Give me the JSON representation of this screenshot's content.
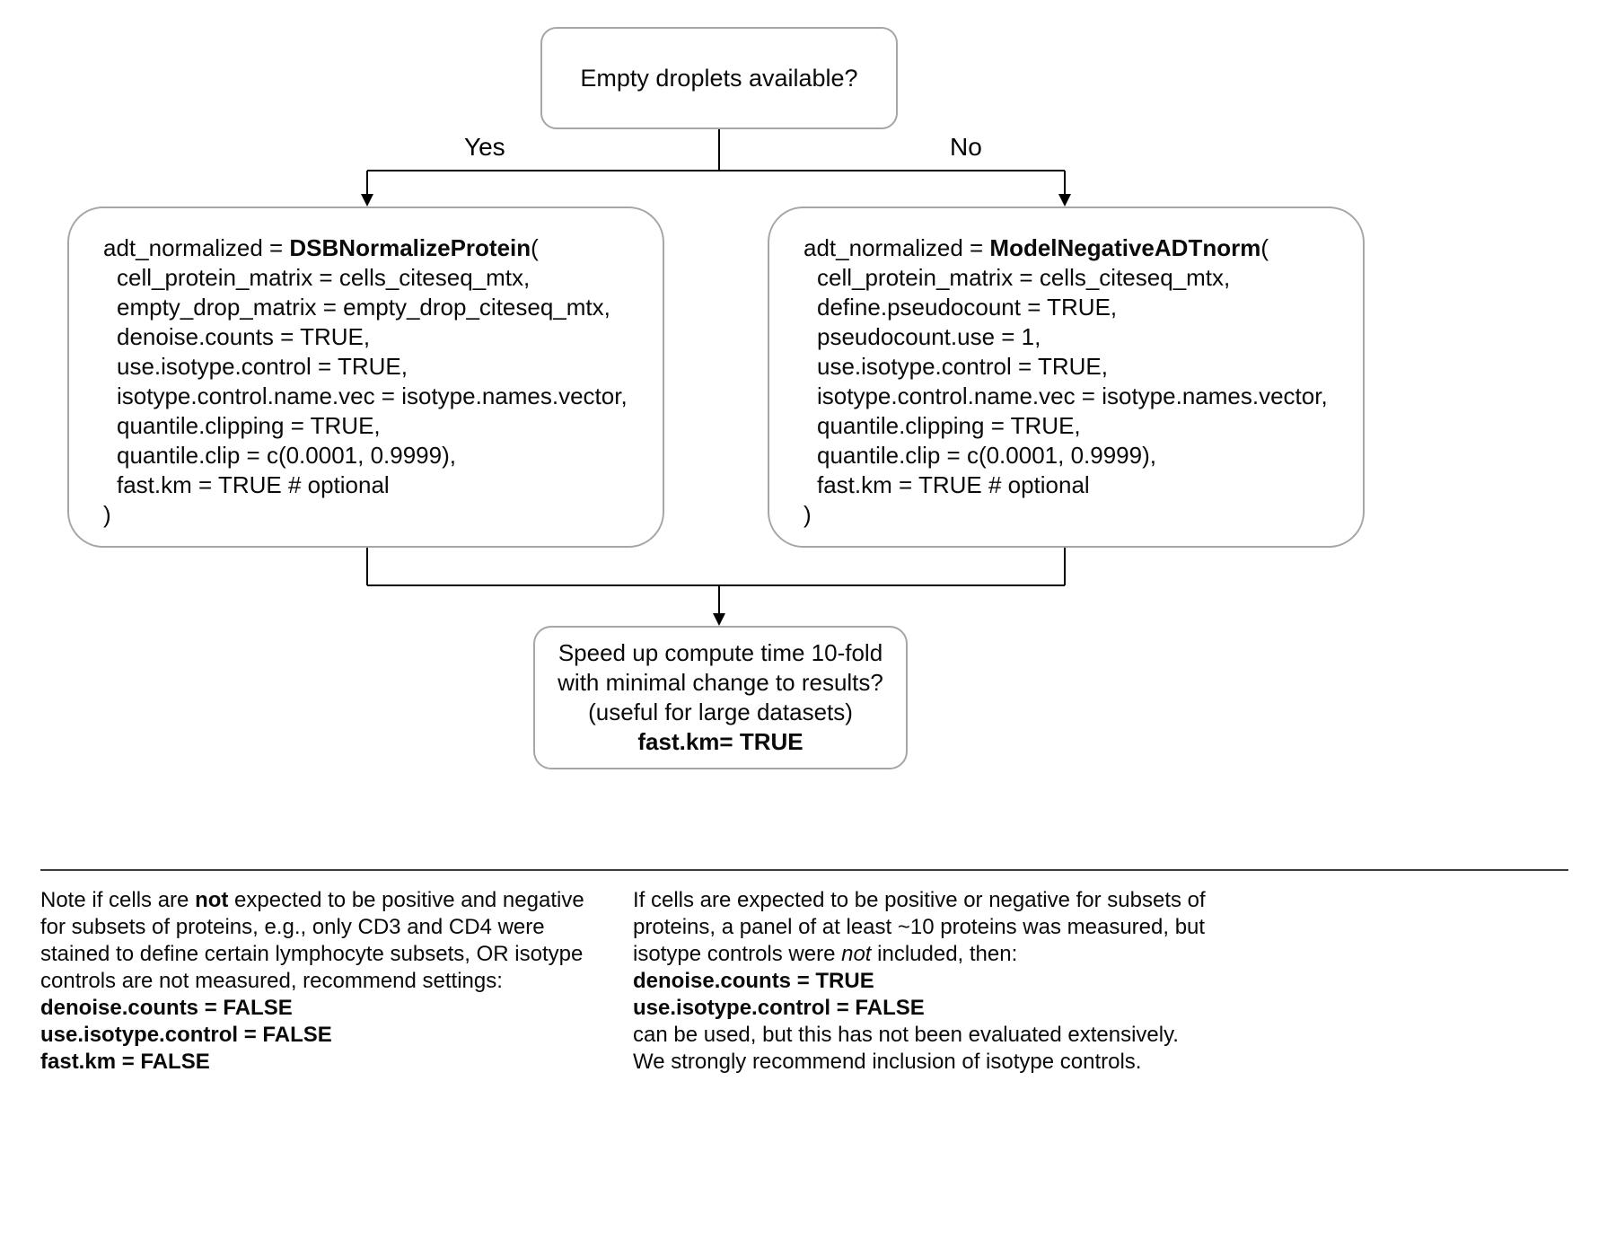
{
  "flowchart": {
    "decision": {
      "label": "Empty droplets available?"
    },
    "branches": {
      "yes": "Yes",
      "no": "No"
    },
    "left_box": {
      "call_prefix": "adt_normalized = ",
      "call_function": "DSBNormalizeProtein",
      "call_open": "(",
      "args": [
        "cell_protein_matrix = cells_citeseq_mtx,",
        "empty_drop_matrix = empty_drop_citeseq_mtx,",
        "denoise.counts = TRUE,",
        "use.isotype.control = TRUE,",
        "isotype.control.name.vec = isotype.names.vector,",
        "quantile.clipping = TRUE,",
        "quantile.clip = c(0.0001, 0.9999),",
        "fast.km = TRUE # optional"
      ],
      "closing": ")"
    },
    "right_box": {
      "call_prefix": "adt_normalized = ",
      "call_function": "ModelNegativeADTnorm",
      "call_open": "(",
      "args": [
        "cell_protein_matrix = cells_citeseq_mtx,",
        "define.pseudocount = TRUE,",
        "pseudocount.use = 1,",
        "use.isotype.control = TRUE,",
        "isotype.control.name.vec = isotype.names.vector,",
        "quantile.clipping = TRUE,",
        "quantile.clip = c(0.0001, 0.9999),",
        "fast.km = TRUE # optional"
      ],
      "closing": ")"
    },
    "bottom_box": {
      "line1": "Speed up compute time 10-fold",
      "line2": "with minimal change to results?",
      "line3": "(useful for large datasets)",
      "line4": "fast.km= TRUE"
    }
  },
  "notes": {
    "left": {
      "line1_pre": "Note if cells are ",
      "line1_bold": "not",
      "line1_post": " expected to be positive and negative",
      "line2": "for subsets of proteins, e.g., only CD3 and CD4 were",
      "line3": "stained to define certain lymphocyte subsets, OR isotype",
      "line4": "controls are not measured, recommend settings:",
      "bold_lines": [
        "denoise.counts = FALSE",
        "use.isotype.control = FALSE",
        "fast.km = FALSE"
      ]
    },
    "right": {
      "line1": "If cells are expected to be positive or negative for subsets of",
      "line2": "proteins, a panel of at least ~10 proteins was measured, but",
      "line3_pre": "isotype controls were ",
      "line3_italic": "not",
      "line3_post": " included, then:",
      "bold_lines": [
        "denoise.counts = TRUE",
        "use.isotype.control = FALSE"
      ],
      "line6": "can be used, but this has not been evaluated extensively.",
      "line7": "We strongly recommend inclusion of isotype controls."
    }
  },
  "colors": {
    "box_border": "#a6a6a6",
    "connector": "#000000",
    "text": "#0a0a0a"
  }
}
